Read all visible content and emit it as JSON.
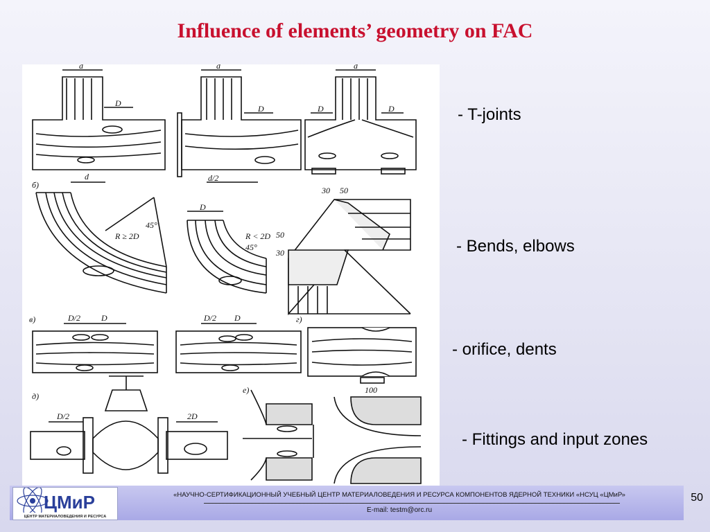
{
  "slide": {
    "title": "Influence of elements’ geometry on FAC",
    "page_number": "50"
  },
  "figure": {
    "panel_labels": [
      "б)",
      "в)",
      "г)",
      "д)",
      "е)"
    ],
    "dim_labels": {
      "d": "d",
      "D": "D",
      "d_half": "d/2",
      "D_half": "D/2",
      "two_D": "2D",
      "r_ge_2d": "R ≥ 2D",
      "r_lt_2d": "R < 2D",
      "angle_45": "45°",
      "thirty": "30",
      "fifty": "50",
      "hundred": "100"
    }
  },
  "labels": {
    "t_joints": "- T-joints",
    "bends": "- Bends, elbows",
    "orifice": "- orifice, dents",
    "fittings": "- Fittings and input zones"
  },
  "footer": {
    "logo_text": "ЦМиР",
    "logo_caption": "ЦЕНТР МАТЕРИАЛОВЕДЕНИЯ И РЕСУРСА",
    "org": "«НАУЧНО-СЕРТИФИКАЦИОННЫЙ УЧЕБНЫЙ ЦЕНТР МАТЕРИАЛОВЕДЕНИЯ И РЕСУРСА КОМПОНЕНТОВ ЯДЕРНОЙ ТЕХНИКИ «НСУЦ «ЦМиР»",
    "email": "E-mail: testm@orc.ru"
  },
  "colors": {
    "title": "#c8102e",
    "footer_bg": "#b4b4ea",
    "logo_blue": "#2a3f9a"
  }
}
